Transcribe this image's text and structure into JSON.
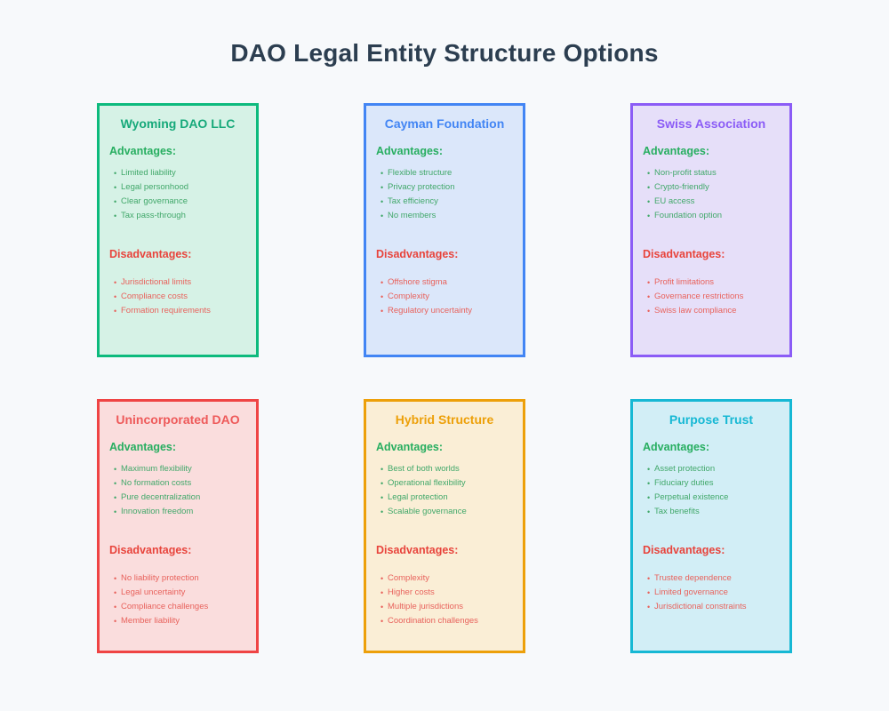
{
  "page": {
    "title": "DAO Legal Entity Structure Options",
    "background_color": "#f7f9fb",
    "title_color": "#2c3e50"
  },
  "labels": {
    "advantages": "Advantages:",
    "disadvantages": "Disadvantages:",
    "advantages_color": "#27ae60",
    "disadvantages_color": "#e8443c",
    "advantage_item_color": "#41a86a",
    "disadvantage_item_color": "#e8625c",
    "bullet_glyph": "•"
  },
  "cards": [
    {
      "id": "wyoming-dao-llc",
      "title": "Wyoming DAO LLC",
      "accent_color": "#0dba7d",
      "border_color": "#0dba7d",
      "background_color": "#d6f2e6",
      "title_color": "#16a97a",
      "advantages": [
        "Limited liability",
        "Legal personhood",
        "Clear governance",
        "Tax pass-through"
      ],
      "disadvantages": [
        "Jurisdictional limits",
        "Compliance costs",
        "Formation requirements"
      ]
    },
    {
      "id": "cayman-foundation",
      "title": "Cayman Foundation",
      "accent_color": "#4285f4",
      "border_color": "#4285f4",
      "background_color": "#dbe7fa",
      "title_color": "#4285f4",
      "advantages": [
        "Flexible structure",
        "Privacy protection",
        "Tax efficiency",
        "No members"
      ],
      "disadvantages": [
        "Offshore stigma",
        "Complexity",
        "Regulatory uncertainty"
      ]
    },
    {
      "id": "swiss-association",
      "title": "Swiss Association",
      "accent_color": "#8b5cf6",
      "border_color": "#8b5cf6",
      "background_color": "#e6dff9",
      "title_color": "#8b5cf6",
      "advantages": [
        "Non-profit status",
        "Crypto-friendly",
        "EU access",
        "Foundation option"
      ],
      "disadvantages": [
        "Profit limitations",
        "Governance restrictions",
        "Swiss law compliance"
      ]
    },
    {
      "id": "unincorporated-dao",
      "title": "Unincorporated DAO",
      "accent_color": "#ef4444",
      "border_color": "#ef4444",
      "background_color": "#fadddd",
      "title_color": "#ee5a5a",
      "advantages": [
        "Maximum flexibility",
        "No formation costs",
        "Pure decentralization",
        "Innovation freedom"
      ],
      "disadvantages": [
        "No liability protection",
        "Legal uncertainty",
        "Compliance challenges",
        "Member liability"
      ]
    },
    {
      "id": "hybrid-structure",
      "title": "Hybrid Structure",
      "accent_color": "#eda00a",
      "border_color": "#eda00a",
      "background_color": "#faeed6",
      "title_color": "#eda00a",
      "advantages": [
        "Best of both worlds",
        "Operational flexibility",
        "Legal protection",
        "Scalable governance"
      ],
      "disadvantages": [
        "Complexity",
        "Higher costs",
        "Multiple jurisdictions",
        "Coordination challenges"
      ]
    },
    {
      "id": "purpose-trust",
      "title": "Purpose Trust",
      "accent_color": "#16b8d4",
      "border_color": "#16b8d4",
      "background_color": "#d2eef6",
      "title_color": "#16b8d4",
      "advantages": [
        "Asset protection",
        "Fiduciary duties",
        "Perpetual existence",
        "Tax benefits"
      ],
      "disadvantages": [
        "Trustee dependence",
        "Limited governance",
        "Jurisdictional constraints"
      ]
    }
  ]
}
